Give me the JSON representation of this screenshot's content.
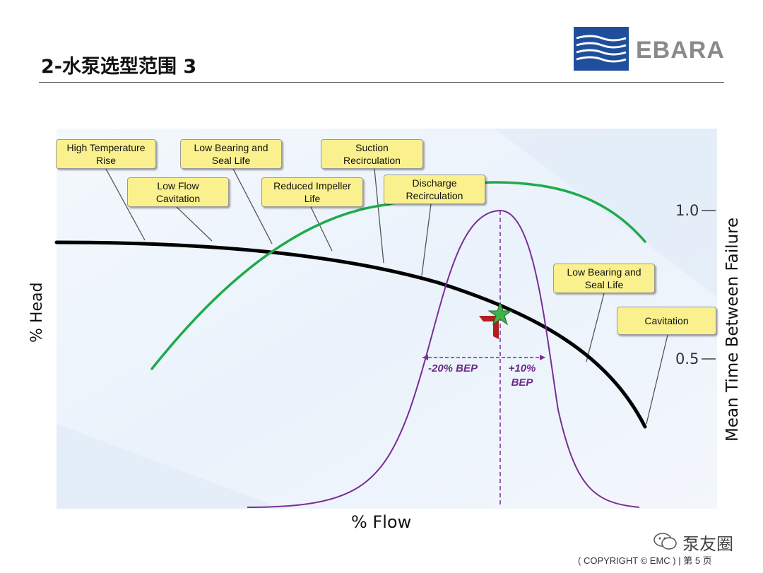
{
  "slide": {
    "title": "2-水泵选型范围 3",
    "brand": "EBARA",
    "brand_color": "#1f4f9c",
    "footer": "( COPYRIGHT ©  EMC )  |   第 5 页",
    "watermark": "泵友圈",
    "watermark_icon": "wechat-icon"
  },
  "chart_data": {
    "type": "line",
    "xlabel": "% Flow",
    "ylabel": "% Head",
    "y2label": "Mean Time Between Failure",
    "y2_ticks": [
      "1.0",
      "0.5"
    ],
    "bep_markers": {
      "left": "-20% BEP",
      "right_line1": "+10%",
      "right_line2": "BEP"
    },
    "series": [
      {
        "color": "#000000"
      },
      {
        "color": "#1faa4a"
      },
      {
        "color": "#7a2e96"
      }
    ],
    "callouts": [
      {
        "lines": [
          "High Temperature",
          "Rise"
        ]
      },
      {
        "lines": [
          "Low Flow",
          "Cavitation"
        ]
      },
      {
        "lines": [
          "Low Bearing and",
          "Seal Life"
        ]
      },
      {
        "lines": [
          "Reduced Impeller",
          "Life"
        ]
      },
      {
        "lines": [
          "Suction",
          "Recirculation"
        ]
      },
      {
        "lines": [
          "Discharge",
          "Recirculation"
        ]
      },
      {
        "lines": [
          "Low Bearing and",
          "Seal Life"
        ]
      },
      {
        "lines": [
          "Cavitation"
        ]
      }
    ],
    "bep_marker_icon": "star-icon"
  }
}
